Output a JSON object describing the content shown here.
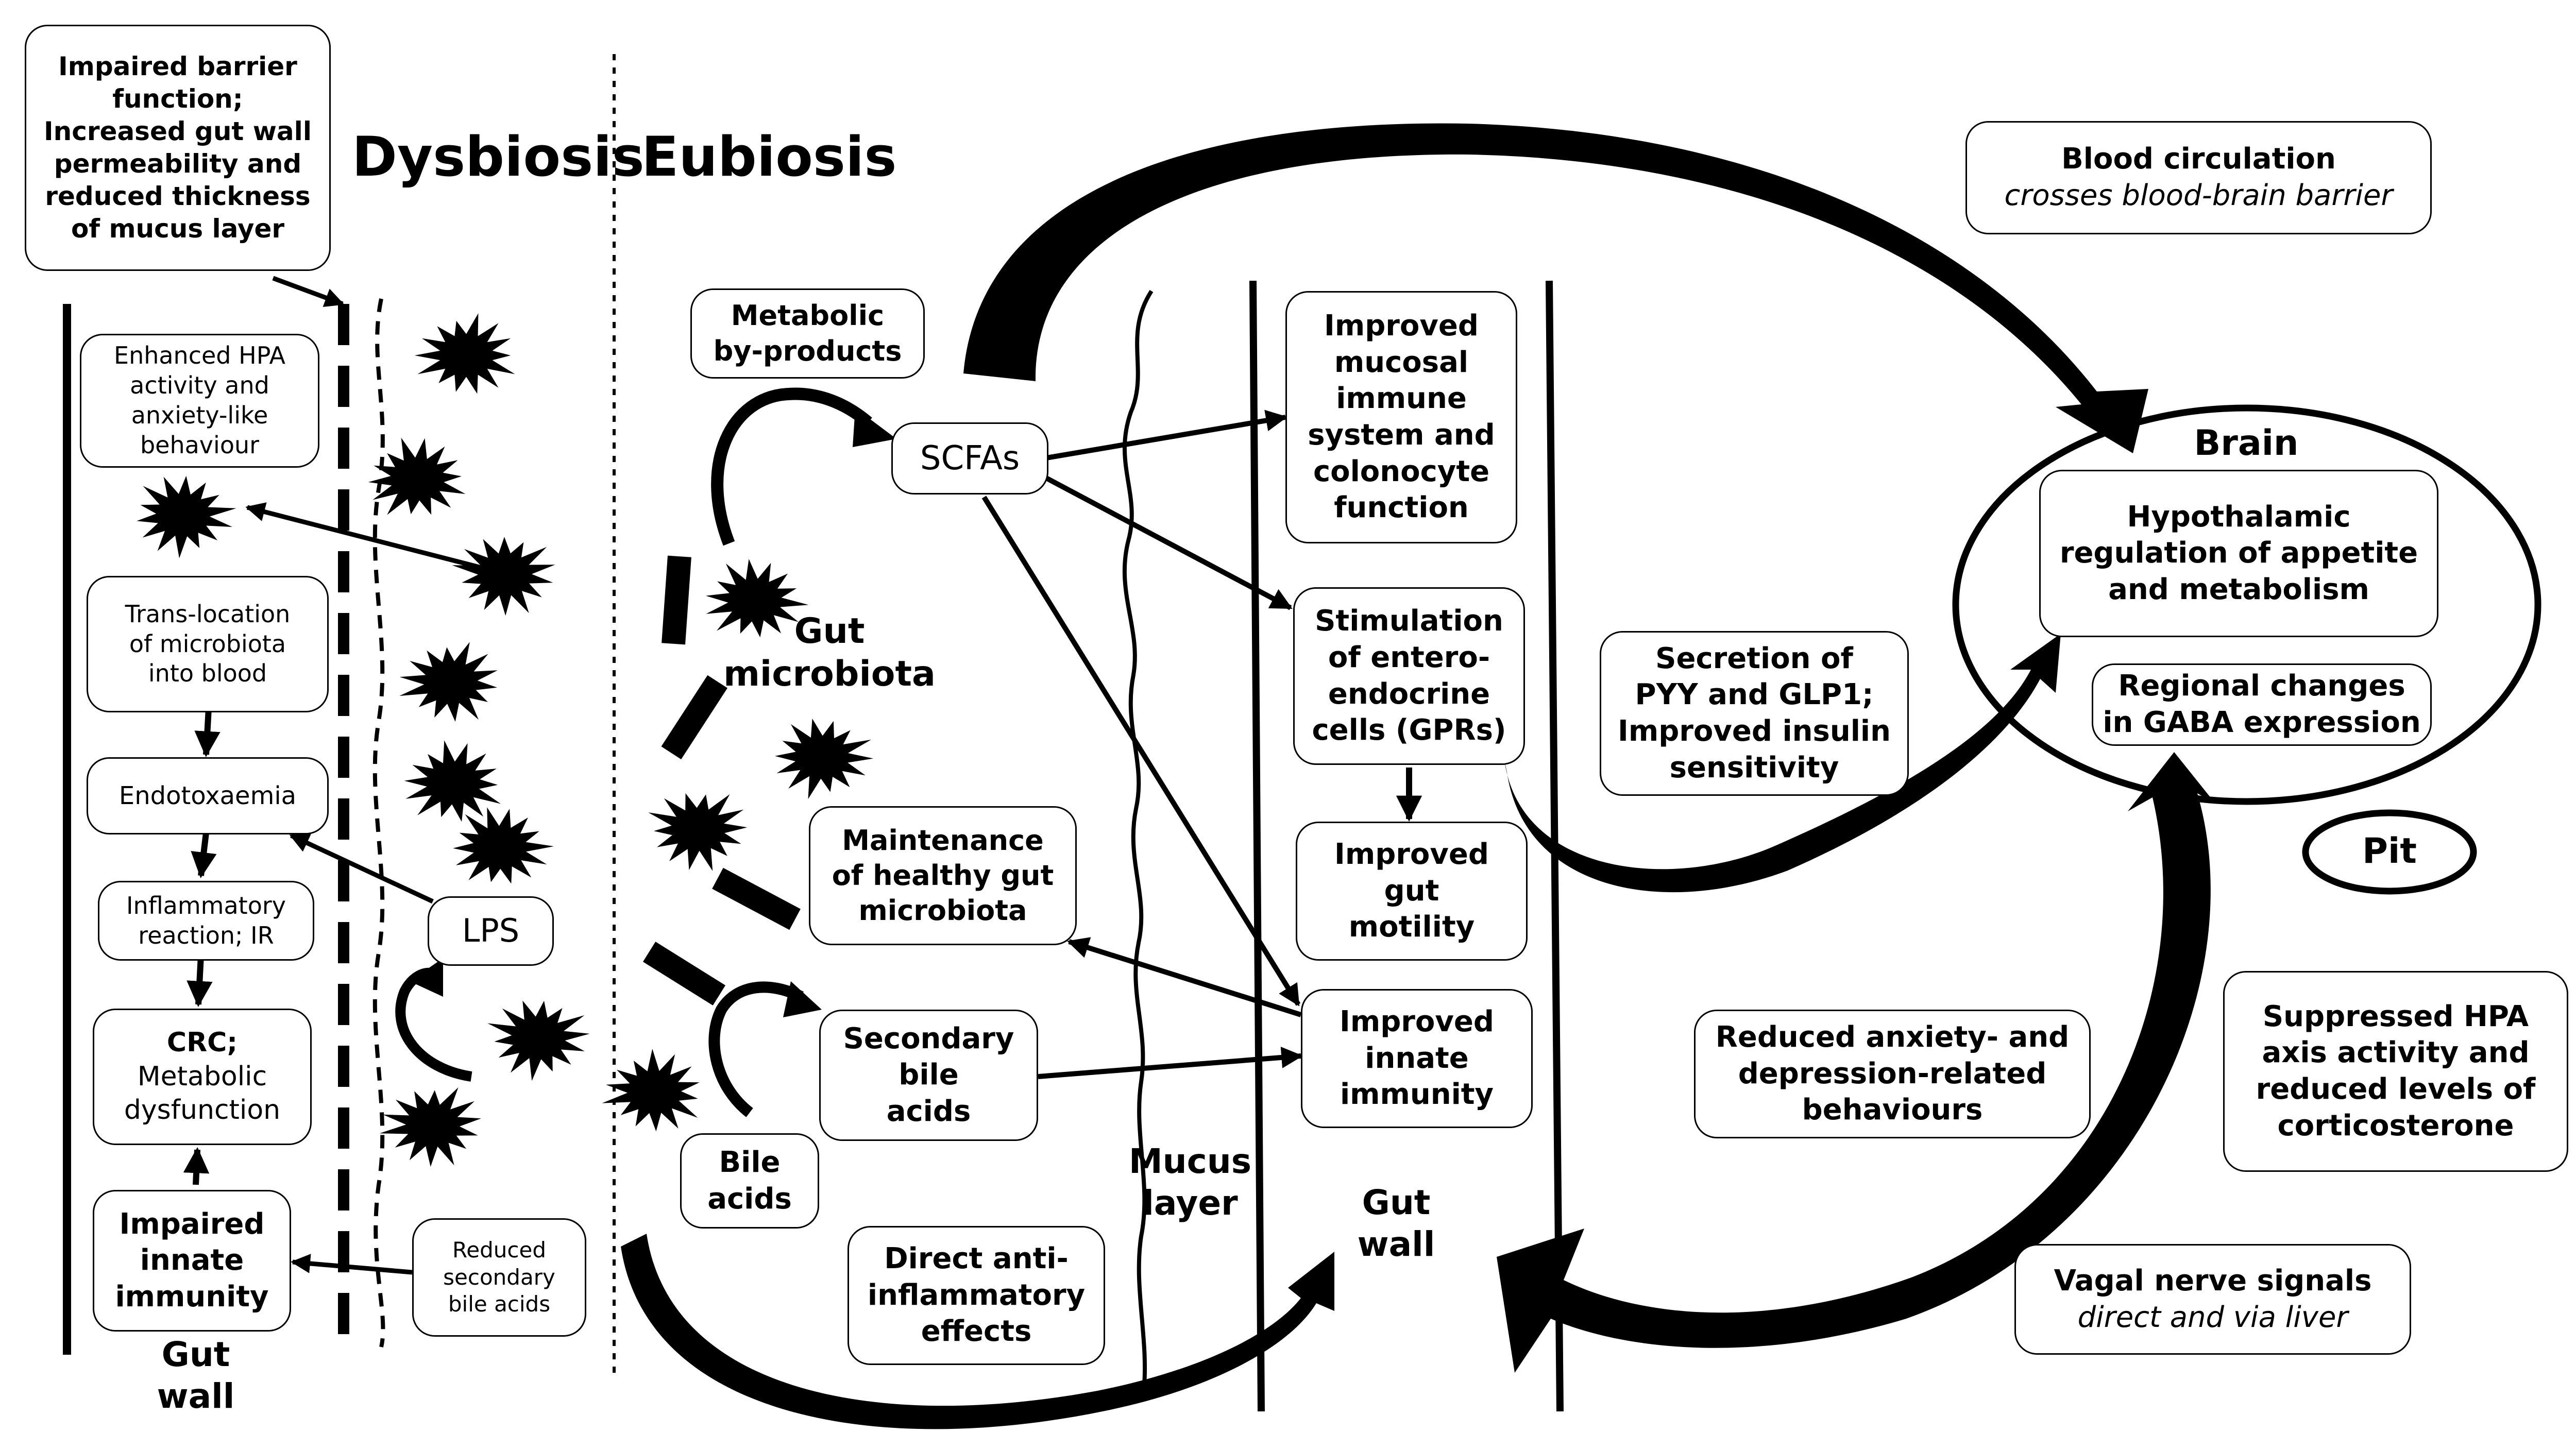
{
  "headings": {
    "dysbiosis": "Dysbiosis",
    "eubiosis": "Eubiosis"
  },
  "labels": {
    "gut_wall_left": [
      "Gut",
      "wall"
    ],
    "gut_wall_right": [
      "Gut",
      "wall"
    ],
    "gut_microbiota": [
      "Gut",
      "microbiota"
    ],
    "mucus_layer": [
      "Mucus",
      "layer"
    ],
    "brain": "Brain",
    "pit": "Pit"
  },
  "dysbiosis_boxes": {
    "impaired_barrier": [
      "Impaired barrier",
      "function;",
      "Increased gut wall",
      "permeability and",
      "reduced thickness",
      "of mucus layer"
    ],
    "enhanced_hpa": [
      "Enhanced HPA",
      "activity and",
      "anxiety-like",
      "behaviour"
    ],
    "translocation": [
      "Trans-location",
      "of microbiota",
      "into blood"
    ],
    "endotoxaemia": [
      "Endotoxaemia"
    ],
    "inflammatory": [
      "Inflammatory",
      "reaction; IR"
    ],
    "crc": [
      "CRC;",
      "Metabolic",
      "dysfunction"
    ],
    "impaired_innate": [
      "Impaired",
      "innate",
      "immunity"
    ],
    "lps": [
      "LPS"
    ],
    "reduced_secondary": [
      "Reduced",
      "secondary",
      "bile acids"
    ]
  },
  "eubiosis_boxes": {
    "metabolic_byproducts": [
      "Metabolic",
      "by-products"
    ],
    "scfas": [
      "SCFAs"
    ],
    "maintenance": [
      "Maintenance",
      "of healthy gut",
      "microbiota"
    ],
    "secondary_bile": [
      "Secondary",
      "bile",
      "acids"
    ],
    "bile_acids": [
      "Bile",
      "acids"
    ],
    "direct_anti": [
      "Direct anti-",
      "inflammatory",
      "effects"
    ],
    "improved_mucosal": [
      "Improved",
      "mucosal",
      "immune",
      "system and",
      "colonocyte",
      "function"
    ],
    "stimulation": [
      "Stimulation",
      "of entero-",
      "endocrine",
      "cells (GPRs)"
    ],
    "improved_motility": [
      "Improved",
      "gut",
      "motility"
    ],
    "improved_innate": [
      "Improved",
      "innate",
      "immunity"
    ],
    "secretion": [
      "Secretion of",
      "PYY and GLP1;",
      "Improved insulin",
      "sensitivity"
    ],
    "reduced_anxiety": [
      "Reduced anxiety- and",
      "depression-related",
      "behaviours"
    ],
    "suppressed_hpa": [
      "Suppressed HPA",
      "axis activity and",
      "reduced levels of",
      "corticosterone"
    ]
  },
  "pathway_boxes": {
    "blood_circulation": {
      "title": "Blood circulation",
      "subtitle": "crosses blood-brain barrier"
    },
    "vagal_nerve": {
      "title": "Vagal nerve signals",
      "subtitle": "direct and via liver"
    }
  },
  "brain_boxes": {
    "hypothalamic": [
      "Hypothalamic",
      "regulation of appetite",
      "and metabolism"
    ],
    "regional_gaba": [
      "Regional changes",
      "in GABA expression"
    ]
  }
}
